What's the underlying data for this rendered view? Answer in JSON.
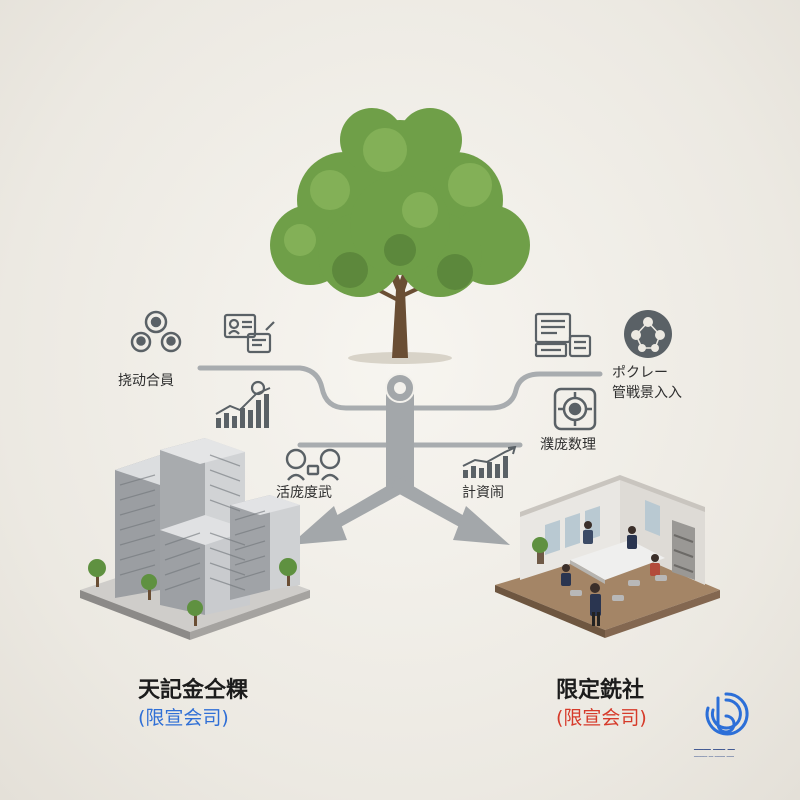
{
  "colors": {
    "company_sub": "#2f6fd6",
    "branch_sub": "#d63a2a",
    "connector": "#a3a7aa",
    "icon": "#5a6166",
    "tree_leaf": "#6f9f48",
    "logo": "#2c6fd8"
  },
  "labels": {
    "left_top": "挠动合員",
    "left_mid": "活庞度武",
    "right_top_1": "ポクレー",
    "right_top_2": "管戦景入入",
    "right_mid": "濮庞数理",
    "right_low": "計資闹"
  },
  "company": {
    "title": "天記金仝粿",
    "subtitle": "(限宣会司)"
  },
  "branch": {
    "title": "限定銑社",
    "subtitle": "(限宣会司)"
  },
  "icons": {
    "people_group": "people-group-icon",
    "id_card": "id-card-icon",
    "growth_chart_left": "growth-chart-icon",
    "meeting": "meeting-icon",
    "documents": "documents-icon",
    "network": "network-icon",
    "target": "target-icon",
    "growth_chart_right": "growth-chart-icon"
  }
}
